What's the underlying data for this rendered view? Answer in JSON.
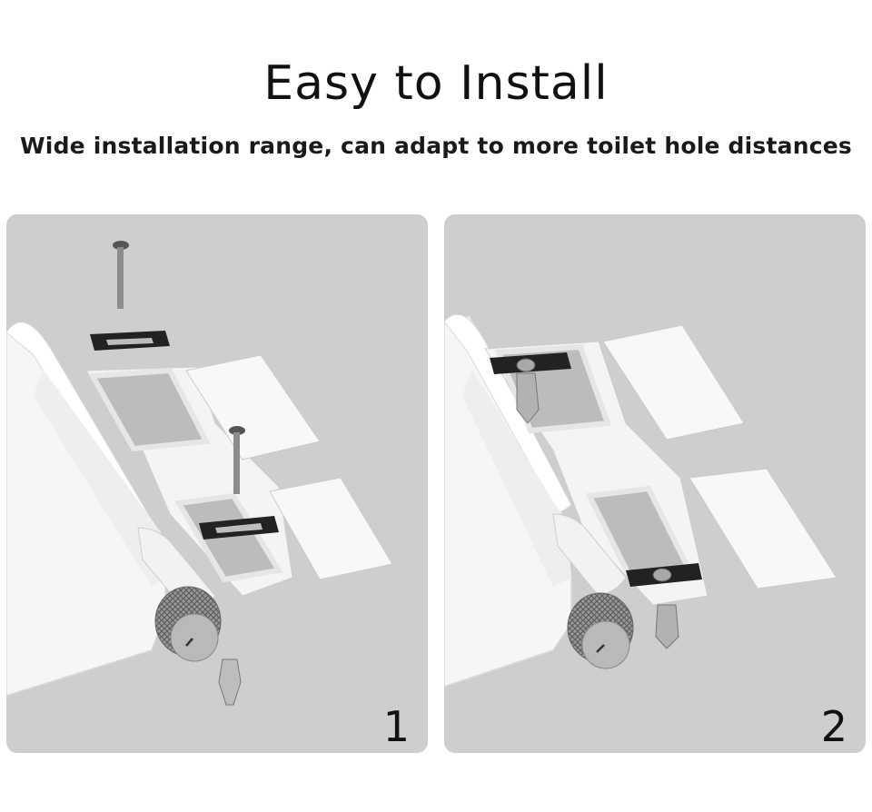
{
  "header": {
    "title": "Easy to Install",
    "subtitle": "Wide installation range, can adapt to more toilet hole distances"
  },
  "panels": [
    {
      "step": "1"
    },
    {
      "step": "2"
    }
  ],
  "colors": {
    "panel_bg": "#cfcdce",
    "seat_white": "#f7f7f7",
    "metal": "#8e8e8e",
    "gasket": "#222222",
    "text": "#111111"
  }
}
